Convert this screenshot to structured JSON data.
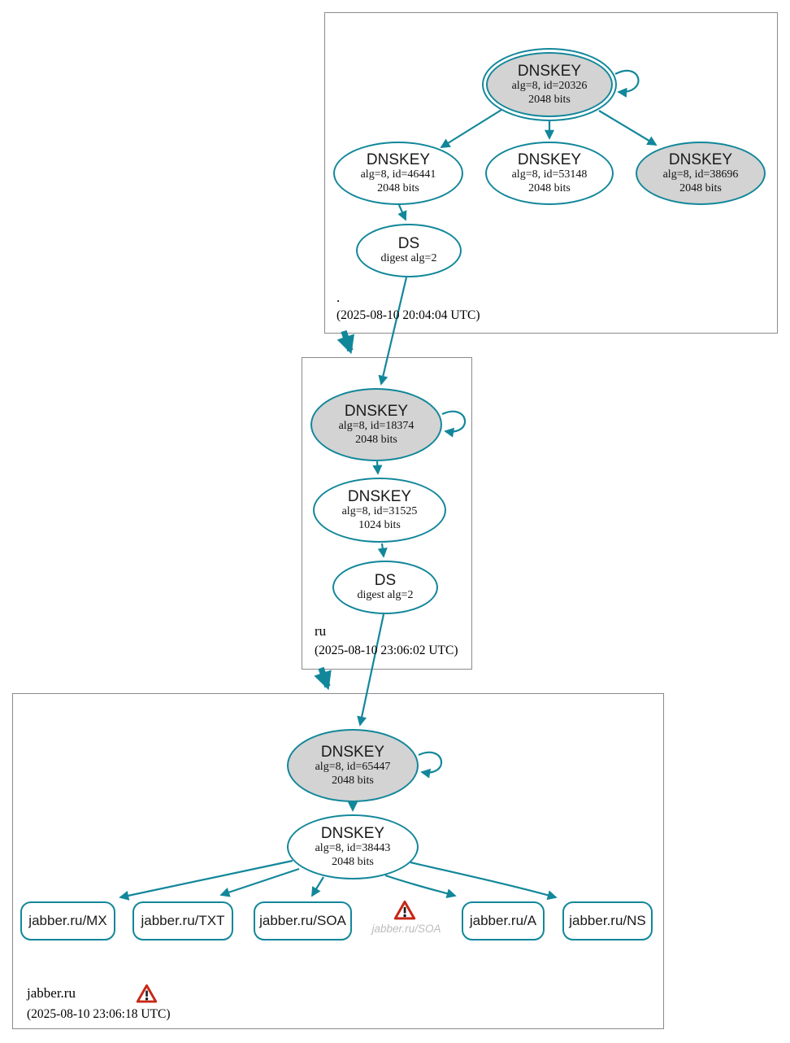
{
  "colors": {
    "edge_teal": "#12879a",
    "ksk_fill": "#d3d3d3",
    "warning_red": "#c62817",
    "ghost_text": "#bcbcbc"
  },
  "icons": {
    "ghost_soa_warning": "warning-icon",
    "zone_status_warning": "warning-icon"
  },
  "zones": {
    "root": {
      "name": ".",
      "timestamp": "(2025-08-10 20:04:04 UTC)",
      "ksk_20326": {
        "title": "DNSKEY",
        "detail": "alg=8, id=20326",
        "bits": "2048 bits"
      },
      "zsk_46441": {
        "title": "DNSKEY",
        "detail": "alg=8, id=46441",
        "bits": "2048 bits"
      },
      "zsk_53148": {
        "title": "DNSKEY",
        "detail": "alg=8, id=53148",
        "bits": "2048 bits"
      },
      "ksk_38696": {
        "title": "DNSKEY",
        "detail": "alg=8, id=38696",
        "bits": "2048 bits"
      },
      "ds": {
        "title": "DS",
        "detail": "digest alg=2"
      }
    },
    "ru": {
      "name": "ru",
      "timestamp": "(2025-08-10 23:06:02 UTC)",
      "ksk_18374": {
        "title": "DNSKEY",
        "detail": "alg=8, id=18374",
        "bits": "2048 bits"
      },
      "zsk_31525": {
        "title": "DNSKEY",
        "detail": "alg=8, id=31525",
        "bits": "1024 bits"
      },
      "ds": {
        "title": "DS",
        "detail": "digest alg=2"
      }
    },
    "jabber": {
      "name": "jabber.ru",
      "timestamp": "(2025-08-10 23:06:18 UTC)",
      "ksk_65447": {
        "title": "DNSKEY",
        "detail": "alg=8, id=65447",
        "bits": "2048 bits"
      },
      "zsk_38443": {
        "title": "DNSKEY",
        "detail": "alg=8, id=38443",
        "bits": "2048 bits"
      },
      "rrsets": {
        "mx": "jabber.ru/MX",
        "txt": "jabber.ru/TXT",
        "soa": "jabber.ru/SOA",
        "a": "jabber.ru/A",
        "ns": "jabber.ru/NS"
      },
      "ghost_soa": "jabber.ru/SOA"
    }
  }
}
